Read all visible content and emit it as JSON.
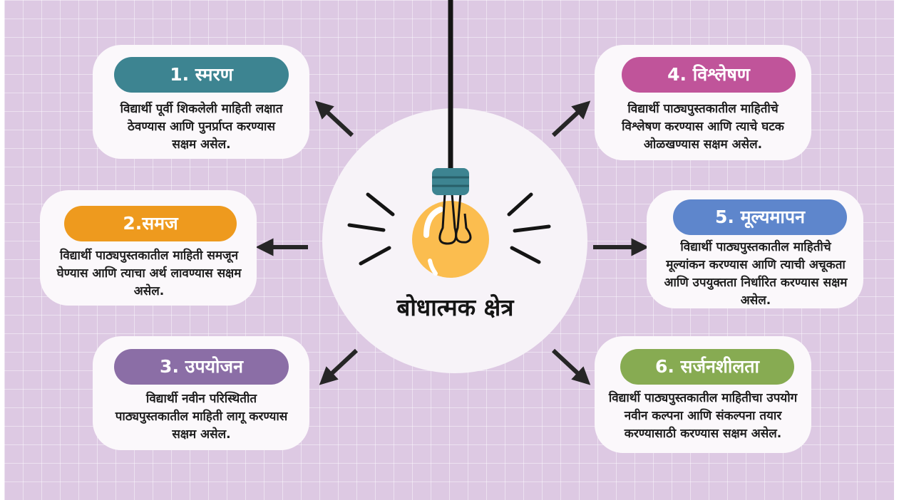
{
  "diagram": {
    "center_title": "बोधात्मक क्षेत्र",
    "center_icon": "light-bulb-icon",
    "nodes": [
      {
        "title": "1. स्मरण",
        "description": "विद्यार्थी पूर्वी शिकलेली माहिती लक्षात ठेवण्यास आणि पुनर्प्राप्त करण्यास सक्षम असेल.",
        "color": "#3d8491"
      },
      {
        "title": "2.समज",
        "description": "विद्यार्थी पाठ्यपुस्तकातील माहिती समजून घेण्यास आणि त्याचा अर्थ लावण्यास सक्षम असेल.",
        "color": "#ee9a1e"
      },
      {
        "title": "3. उपयोजन",
        "description": "विद्यार्थी नवीन परिस्थितीत पाठ्यपुस्तकातील माहिती लागू करण्यास सक्षम असेल.",
        "color": "#8b6ea6"
      },
      {
        "title": "4. विश्लेषण",
        "description": "विद्यार्थी पाठ्यपुस्तकातील माहितीचे विश्लेषण करण्यास आणि त्याचे घटक ओळखण्यास सक्षम असेल.",
        "color": "#c0549a"
      },
      {
        "title": "5. मूल्यमापन",
        "description": "विद्यार्थी पाठ्यपुस्तकातील माहितीचे मूल्यांकन करण्यास आणि त्याची अचूकता आणि उपयुक्तता निर्धारित करण्यास सक्षम असेल.",
        "color": "#5e86cc"
      },
      {
        "title": "6. सर्जनशीलता",
        "description": "विद्यार्थी पाठ्यपुस्तकातील माहितीचा उपयोग नवीन कल्पना आणि संकल्पना तयार करण्यासाठी करण्यास सक्षम असेल.",
        "color": "#87ab52"
      }
    ]
  }
}
